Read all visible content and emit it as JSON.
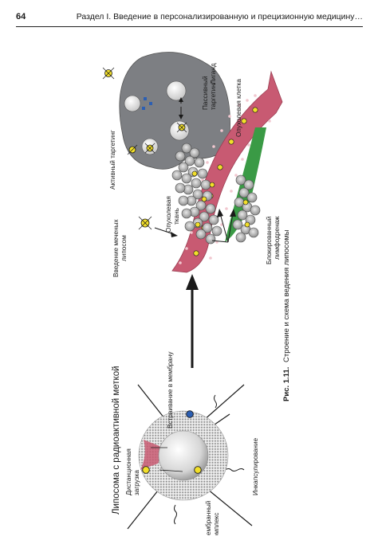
{
  "header": {
    "page_number": "64",
    "running_head": "Раздел I. Введение в персонализированную и прецизионную медицину…"
  },
  "figure": {
    "caption_label": "Рис. 1.11.",
    "caption_text": "Строение и схема ведения липосомы",
    "liposome_title": "Липосома с радиоактивной меткой",
    "labels": {
      "remote_loading_1": "Дистанционная",
      "remote_loading_2": "загрузка",
      "membrane_complex_1": "Мембранный",
      "membrane_complex_2": "комплекс",
      "encapsulation": "Инкапсулирование",
      "membrane_insertion": "Встраивание в мембрану",
      "labeled_injection_1": "Введение меченых",
      "labeled_injection_2": "липосом",
      "tumor_tissue_1": "Опухолевая",
      "tumor_tissue_2": "ткань",
      "active_targeting": "Активный таргетинг",
      "ligand": "Лиганд",
      "tumor_cell": "Опухолевая клетка",
      "passive_targeting_1": "Пассивный",
      "passive_targeting_2": "таргетинг",
      "blocked_drainage_1": "Блокированный",
      "blocked_drainage_2": "лимфодренаж"
    },
    "colors": {
      "vessel": "#c85a72",
      "lymph": "#3a9a45",
      "tumor_cell": "#7d7f83",
      "liposome_yellow": "#f2df2a",
      "membrane_blue": "#2c5fb3"
    }
  }
}
